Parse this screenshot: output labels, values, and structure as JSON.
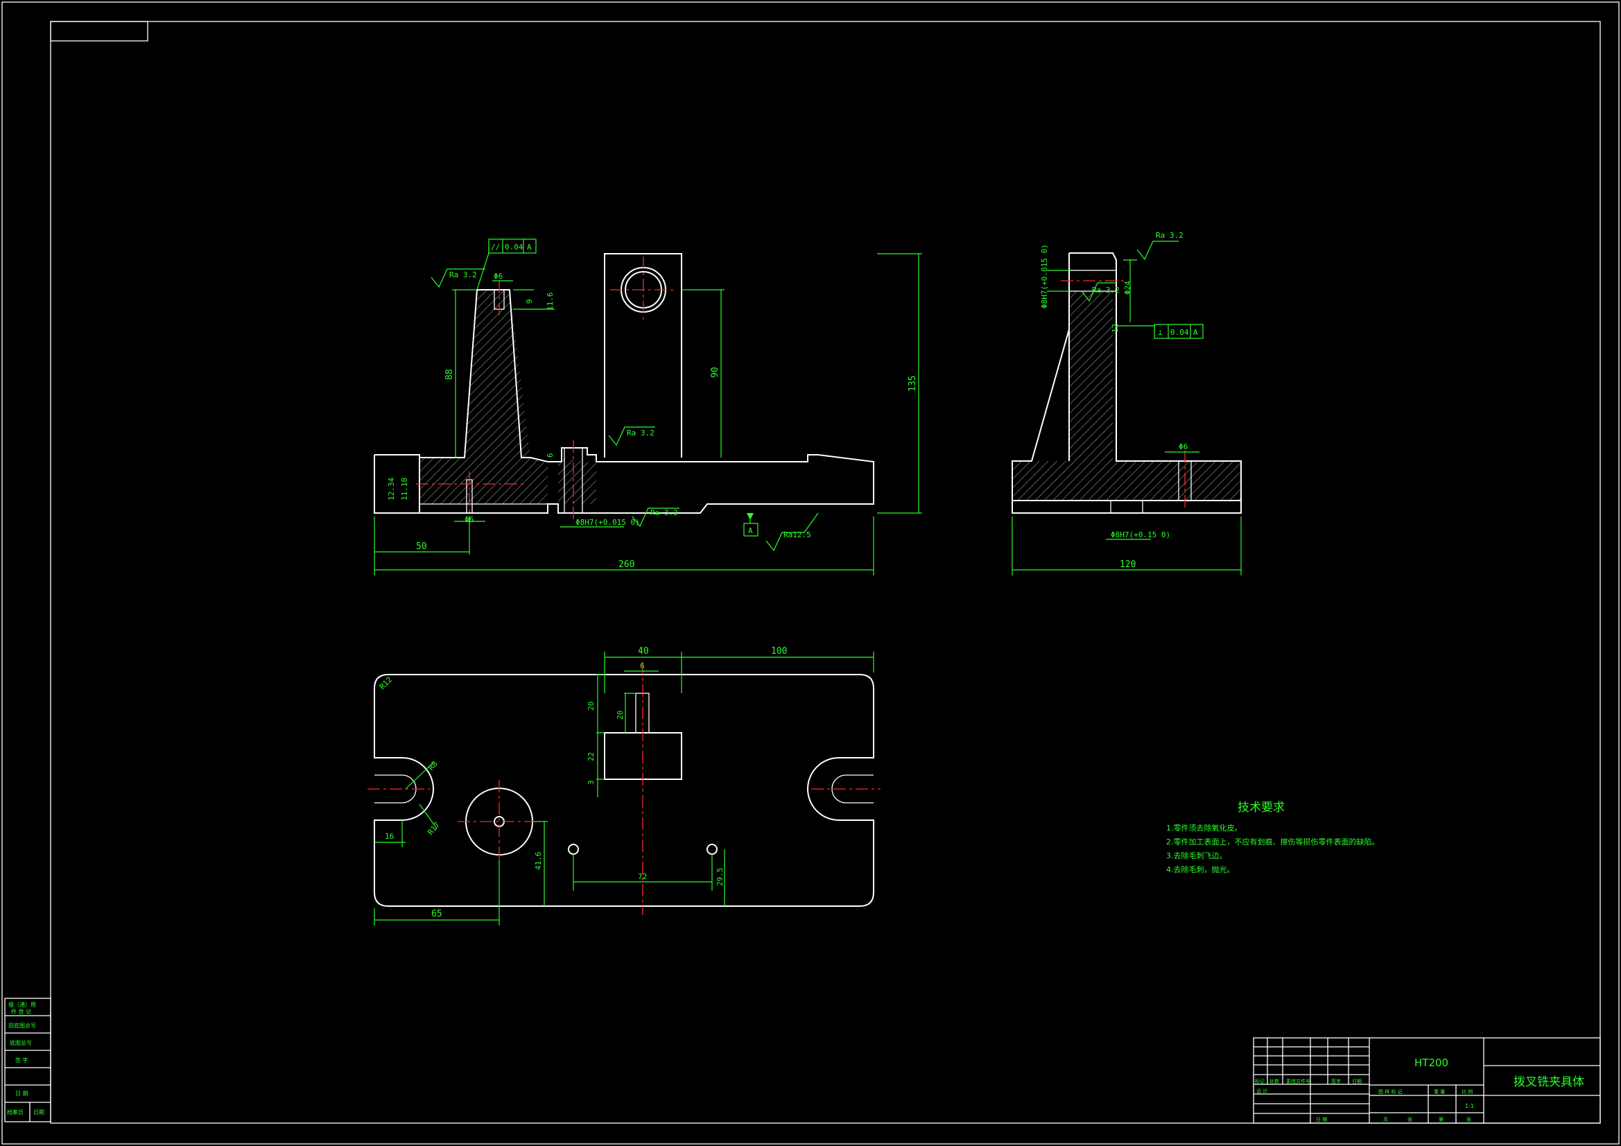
{
  "drawing": {
    "title_block": {
      "material": "HT200",
      "part_name": "拨叉铣夹具体",
      "scale": "1:1",
      "header_labels": [
        "标记",
        "处数",
        "更改文件号",
        "签字",
        "日期"
      ],
      "design_label": "设 计",
      "stage_labels": [
        "图 样 标 记",
        "重 量",
        "比 例"
      ],
      "date_label": "日 期",
      "sheet_labels": [
        "共",
        "张",
        "第",
        "张"
      ]
    },
    "left_strip": {
      "rows": [
        "借（通）用",
        "件 登 记",
        "旧底图总号",
        "底图总号",
        "签 字",
        "日 期"
      ],
      "bottom_labels": [
        "档案员",
        "日期"
      ]
    },
    "tech_notes": {
      "heading": "技术要求",
      "items": [
        "1.零件须去除氧化皮。",
        "2.零件加工表面上，不应有划痕、擦伤等损伤零件表面的缺陷。",
        "3.去除毛刺飞边。",
        "4.去除毛刺，抛光。"
      ]
    },
    "front_view": {
      "dims": {
        "top_width": "Φ6",
        "depth_9": "9",
        "depth_11_6": "11.6",
        "height_88": "88",
        "height_90": "90",
        "height_135": "135",
        "side_12_34": "12.34",
        "side_11_18": "11.18",
        "small_6": "6",
        "left_50": "50",
        "total_260": "260",
        "pin_bottom": "Φ6",
        "bore_tol": "Φ8H7(+0.015 0)"
      },
      "roughness": [
        "Ra 3.2",
        "Ra 3.2",
        "Ra 3.2",
        "Ra12.5"
      ],
      "geo_tol": {
        "symbol": "//",
        "value": "0.04",
        "datum": "A"
      },
      "datum_label": "A"
    },
    "side_view": {
      "dims": {
        "total_120": "120",
        "bore": "Φ8H7(+0.015 0)",
        "d24": "Φ24",
        "small": "12",
        "hole": "Φ6",
        "bottom_bore": "Φ8H7(+0.15 0)"
      },
      "roughness": [
        "Ra 3.2",
        "Ra 3.2"
      ],
      "geo_tol": {
        "symbol": "⊥",
        "value": "0.04",
        "datum": "A"
      }
    },
    "top_view": {
      "dims": {
        "w40": "40",
        "w100": "100",
        "w6": "6",
        "h20a": "20",
        "h20b": "20",
        "h22": "22",
        "h3": "3",
        "r8": "R8",
        "r17": "R17",
        "w16": "16",
        "w65": "65",
        "h41_6": "41.6",
        "w72": "72",
        "h29_5": "29.5",
        "corner": "R12"
      }
    }
  }
}
